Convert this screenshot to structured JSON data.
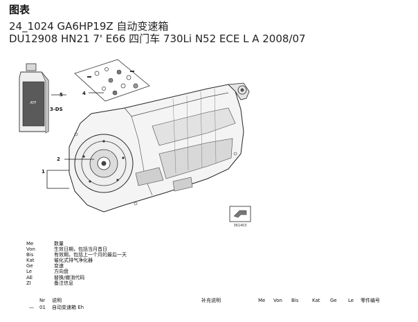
{
  "header": {
    "title": "图表",
    "subtitle_line1": "24_1024 GA6HP19Z 自动变速箱",
    "subtitle_line2": "DU12908 HN21 7' E66 四门车 730Li N52 ECE L A 2008/07"
  },
  "diagram": {
    "callouts": [
      "1",
      "2",
      "4",
      "5",
      "3-DS"
    ],
    "image_number": "361403",
    "oil_bottle_label": "ATF"
  },
  "legend": [
    {
      "code": "Me",
      "desc": "数量"
    },
    {
      "code": "Von",
      "desc": "生效日期，包括当月首日"
    },
    {
      "code": "Bis",
      "desc": "有效期，包括上一个月的最后一天"
    },
    {
      "code": "Kat",
      "desc": "催化式排气净化器"
    },
    {
      "code": "Ge",
      "desc": "变速"
    },
    {
      "code": "Le",
      "desc": "方向盘"
    },
    {
      "code": "AE",
      "desc": "替换/撤消代码"
    },
    {
      "code": "ZI",
      "desc": "备注信息"
    }
  ],
  "table": {
    "headers": {
      "nr": "Nr",
      "desc": "说明",
      "supp": "补充说明",
      "me": "Me",
      "von": "Von",
      "bis": "Bis",
      "kat": "Kat",
      "ge": "Ge",
      "le": "Le",
      "partno": "零件编号"
    },
    "rows": [
      {
        "marker": "—",
        "nr": "01",
        "desc": "自动变速箱 Eh"
      }
    ]
  }
}
